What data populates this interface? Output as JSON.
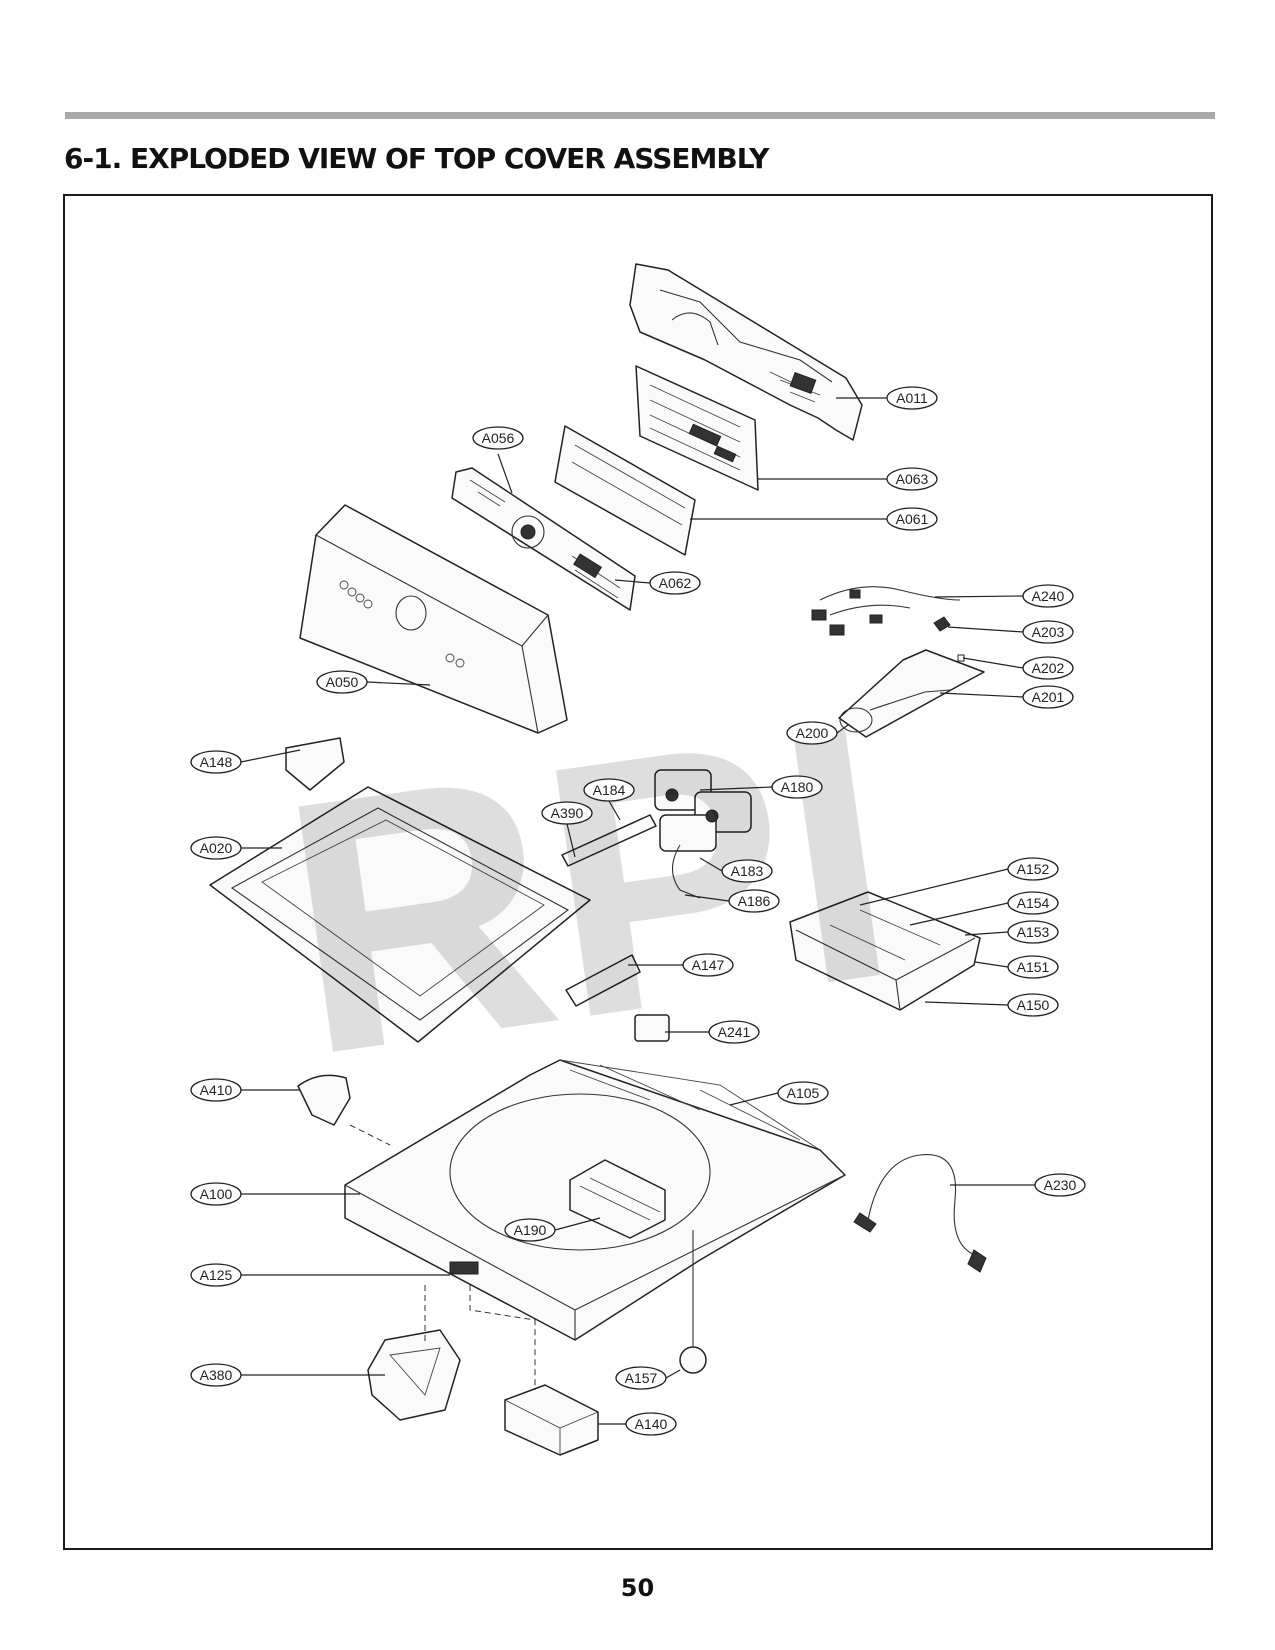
{
  "title": "6-1. EXPLODED VIEW OF TOP COVER ASSEMBLY",
  "page_number": "50",
  "watermark": "RPI",
  "callouts": [
    {
      "label": "A011"
    },
    {
      "label": "A063"
    },
    {
      "label": "A056"
    },
    {
      "label": "A061"
    },
    {
      "label": "A062"
    },
    {
      "label": "A240"
    },
    {
      "label": "A203"
    },
    {
      "label": "A202"
    },
    {
      "label": "A201"
    },
    {
      "label": "A050"
    },
    {
      "label": "A200"
    },
    {
      "label": "A148"
    },
    {
      "label": "A184"
    },
    {
      "label": "A180"
    },
    {
      "label": "A390"
    },
    {
      "label": "A020"
    },
    {
      "label": "A183"
    },
    {
      "label": "A186"
    },
    {
      "label": "A152"
    },
    {
      "label": "A154"
    },
    {
      "label": "A153"
    },
    {
      "label": "A151"
    },
    {
      "label": "A147"
    },
    {
      "label": "A150"
    },
    {
      "label": "A241"
    },
    {
      "label": "A410"
    },
    {
      "label": "A105"
    },
    {
      "label": "A100"
    },
    {
      "label": "A230"
    },
    {
      "label": "A190"
    },
    {
      "label": "A125"
    },
    {
      "label": "A380"
    },
    {
      "label": "A157"
    },
    {
      "label": "A140"
    }
  ]
}
